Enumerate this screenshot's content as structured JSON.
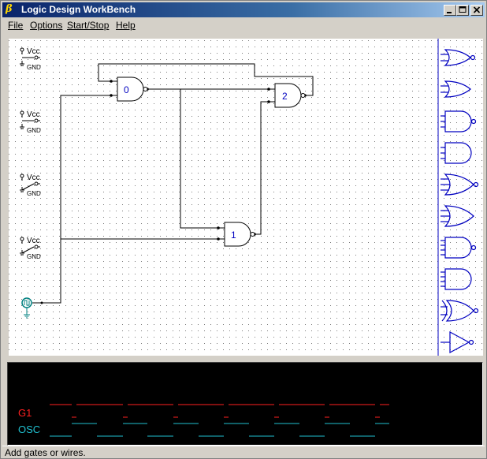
{
  "window": {
    "title": "Logic Design WorkBench",
    "icon": "beta-icon"
  },
  "menu": {
    "items": [
      {
        "label": "File"
      },
      {
        "label": "Options"
      },
      {
        "label": "Start/Stop"
      },
      {
        "label": "Help"
      }
    ]
  },
  "inputs": [
    {
      "vcc_label": "Vcc",
      "gnd_label": "GND",
      "state": "vcc"
    },
    {
      "vcc_label": "Vcc",
      "gnd_label": "GND",
      "state": "vcc"
    },
    {
      "vcc_label": "Vcc",
      "gnd_label": "GND",
      "state": "gnd"
    },
    {
      "vcc_label": "Vcc",
      "gnd_label": "GND",
      "state": "gnd"
    }
  ],
  "gates": [
    {
      "label": "0",
      "type": "nand"
    },
    {
      "label": "1",
      "type": "nand"
    },
    {
      "label": "2",
      "type": "nand"
    }
  ],
  "palette": [
    "or-gate-icon",
    "or-gate-icon",
    "and-gate-icon",
    "and-gate-icon",
    "or-gate-icon",
    "or-gate-icon",
    "and-gate-icon",
    "and-gate-icon",
    "xor-gate-icon",
    "not-gate-icon"
  ],
  "scope": {
    "traces": [
      {
        "name": "G1",
        "color": "#ff2020"
      },
      {
        "name": "OSC",
        "color": "#20c0d0"
      }
    ]
  },
  "colors": {
    "wire": "#000000",
    "gate": "#000000",
    "palette": "#0000c0",
    "gate_label": "#0000c0",
    "clock": "#008080"
  },
  "status": {
    "text": "Add gates or wires."
  }
}
